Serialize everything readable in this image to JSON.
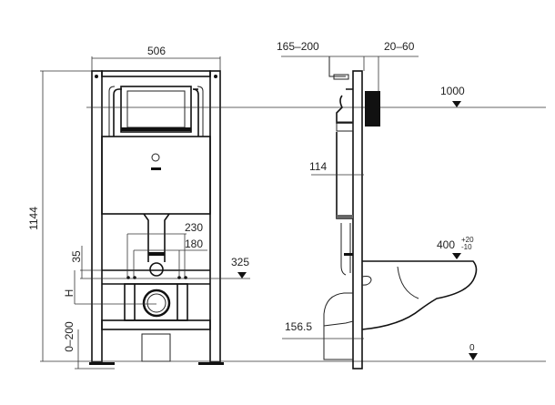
{
  "drawing": {
    "front_view": {
      "width_label": "506",
      "height_label": "1144",
      "dim_230": "230",
      "dim_180": "180",
      "dim_35": "35",
      "dim_h": "H",
      "dim_0_200": "0–200",
      "level_325": "325"
    },
    "side_view": {
      "dim_165_200": "165–200",
      "dim_20_60": "20–60",
      "level_1000": "1000",
      "dim_114": "114",
      "level_400": "400",
      "level_400_tol_plus": "+20",
      "level_400_tol_minus": "-10",
      "dim_156_5": "156.5",
      "level_0": "0"
    }
  }
}
